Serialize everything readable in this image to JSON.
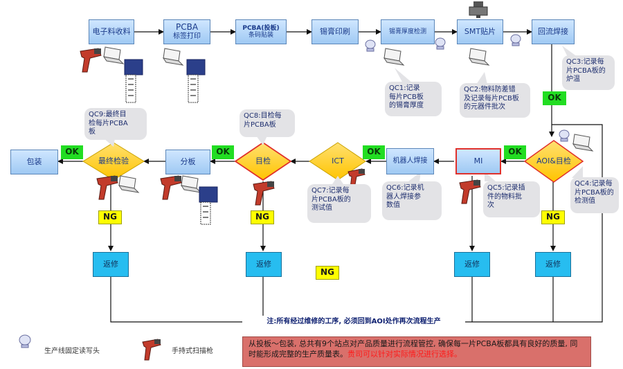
{
  "process": {
    "receive": "电子料收料",
    "pcba_label_line1": "PCBA",
    "pcba_label_line2": "标签打印",
    "pcba_feed_line1": "PCBA(投板)",
    "pcba_feed_line2": "条码贴装",
    "paste_print": "锡膏印刷",
    "paste_inspect": "锡膏厚度检测",
    "smt": "SMT贴片",
    "reflow": "回流焊接",
    "aoi": "AOI&目检",
    "mi": "MI",
    "robot_weld": "机器人焊接",
    "ict": "ICT",
    "visual": "目检",
    "split": "分板",
    "final_inspect": "最终检验",
    "pack": "包装"
  },
  "statuses": {
    "ok": "OK",
    "ng": "NG"
  },
  "rework_label": "返修",
  "callouts": {
    "qc1": "QC1:记录\n每片PCB板\n的锡膏厚度",
    "qc2": "QC2:物料防差错\n及记录每片PCB板\n的元器件批次",
    "qc3": "QC3:记录每\n片PCBA板的\n炉温",
    "qc4": "QC4:记录每\n片PCBA板的\n检测值",
    "qc5": "QC5:记录插\n件的物料批\n次",
    "qc6": "QC6:记录机\n器人焊接参\n数值",
    "qc7": "QC7:记录每\n片PCBA板的\n测试值",
    "qc8": "QC8:目检每\n片PCBA板",
    "qc9": "QC9:最终目\n检每片PCBA\n板"
  },
  "bottom_note": "注:所有经过维修的工序, 必须回到AOI处作再次流程生产",
  "legend": {
    "fixed_reader": "生产线固定读写头",
    "handheld_scanner": "手持式扫描枪"
  },
  "summary": {
    "main": "从投板～包装, 总共有9个站点对产品质量进行流程管控, 确保每一片PCBA板都具有良好的质量, 同时能形成完整的生产质量表。",
    "highlight": "贵司可以针对实际情况进行选择。"
  },
  "colors": {
    "process_fill": "#9fc9f3",
    "rework_fill": "#27bdf0",
    "ok_fill": "#22dd22",
    "ng_fill": "#ffff00",
    "diamond_fill": "#ffcc00",
    "accent_red": "#e0302b",
    "summary_bg": "#d9706b"
  },
  "icons": [
    "fixed-reader-icon",
    "handheld-scanner-icon",
    "laptop-icon",
    "barcode-label-printer-icon",
    "smt-machine-icon"
  ]
}
